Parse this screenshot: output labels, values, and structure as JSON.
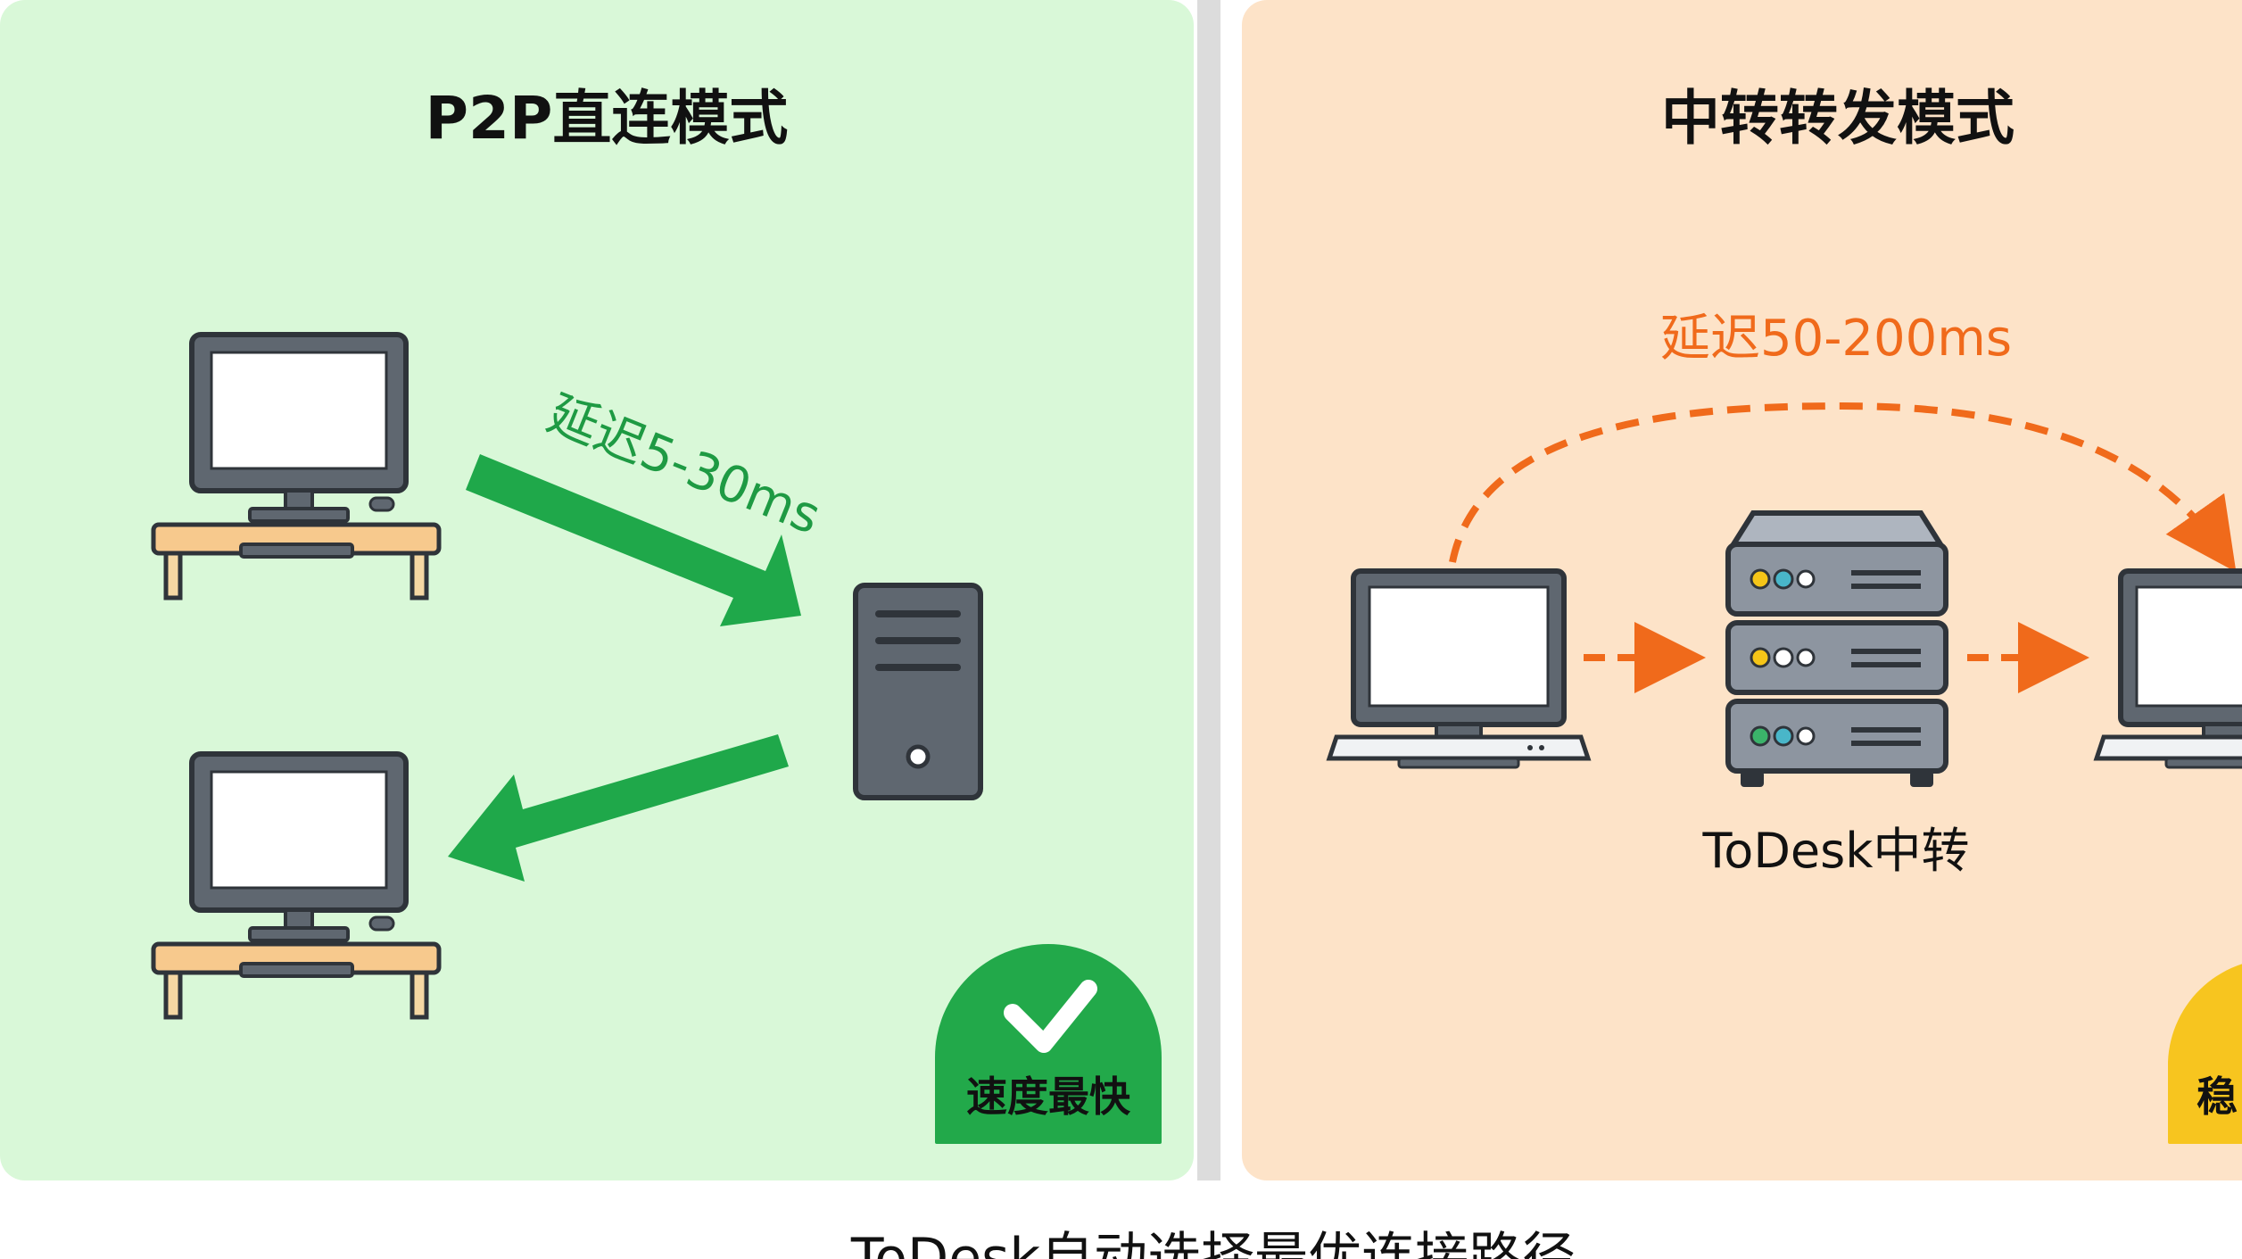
{
  "p2p_panel": {
    "title": "P2P直连模式",
    "latency_label": "延迟5-30ms",
    "badge_label": "速度最快"
  },
  "relay_panel": {
    "title": "中转转发模式",
    "latency_label": "延迟50-200ms",
    "server_label": "ToDesk中转",
    "badge_label_partial": "稳"
  },
  "footer_caption": "ToDesk自动选择最优连接路径",
  "colors": {
    "p2p_bg": "#d9f8d8",
    "relay_bg": "#fde3c8",
    "divider": "#dcdcdc",
    "green_arrow": "#1fa84a",
    "green_badge": "#22a94a",
    "green_text": "#1e9a43",
    "orange": "#f06a1b",
    "yellow_badge": "#f7c51f",
    "monitor_frame": "#5f6770",
    "desk_top": "#f7c98d",
    "desk_leg": "#f5d7a3",
    "server_body": "#8d95a0"
  },
  "icons": [
    "desktop-computer-on-desk-icon",
    "desktop-computer-on-desk-icon",
    "tower-server-icon",
    "laptop-icon",
    "rack-server-icon",
    "laptop-icon",
    "checkmark-icon"
  ]
}
